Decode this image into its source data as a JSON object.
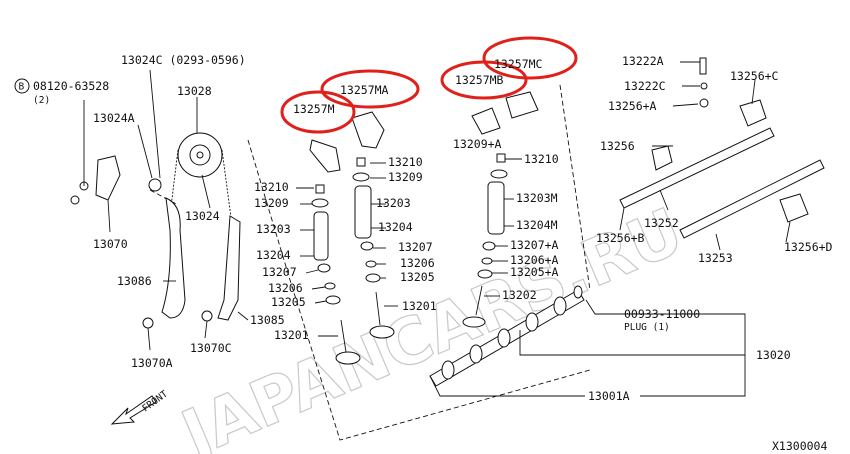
{
  "watermark": "JAPANCARS.RU",
  "figure_id": "X1300004",
  "front_label": "FRONT",
  "highlight_color": "#e0201a",
  "labels": {
    "p_08120_63528": "08120-63528",
    "p_08120_qty": "(2)",
    "p_13024c": "13024C (0293-0596)",
    "p_13028": "13028",
    "p_13024a": "13024A",
    "p_13024": "13024",
    "p_13070": "13070",
    "p_13086": "13086",
    "p_13070a": "13070A",
    "p_13070c": "13070C",
    "p_13085": "13085",
    "p_13257m": "13257M",
    "p_13257ma": "13257MA",
    "p_13257mb": "13257MB",
    "p_13257mc": "13257MC",
    "p_13210_l": "13210",
    "p_13209_l": "13209",
    "p_13203_l": "13203",
    "p_13204_l": "13204",
    "p_13207_l": "13207",
    "p_13206_l": "13206",
    "p_13205_l": "13205",
    "p_13201_a": "13201",
    "p_13210_c": "13210",
    "p_13209_c": "13209",
    "p_13203_c": "13203",
    "p_13204_c": "13204",
    "p_13207_c": "13207",
    "p_13206_c": "13206",
    "p_13205_c": "13205",
    "p_13201_b": "13201",
    "p_13209a": "13209+A",
    "p_13210_r": "13210",
    "p_13203m": "13203M",
    "p_13204m": "13204M",
    "p_13207a": "13207+A",
    "p_13206a": "13206+A",
    "p_13205a": "13205+A",
    "p_13202": "13202",
    "p_00933": "00933-11000",
    "p_plug": "PLUG (1)",
    "p_13020": "13020",
    "p_13001a": "13001A",
    "p_13222a": "13222A",
    "p_13222c": "13222C",
    "p_13256c": "13256+C",
    "p_13256a": "13256+A",
    "p_13256": "13256",
    "p_13252": "13252",
    "p_13256b": "13256+B",
    "p_13253": "13253",
    "p_13256d": "13256+D"
  }
}
